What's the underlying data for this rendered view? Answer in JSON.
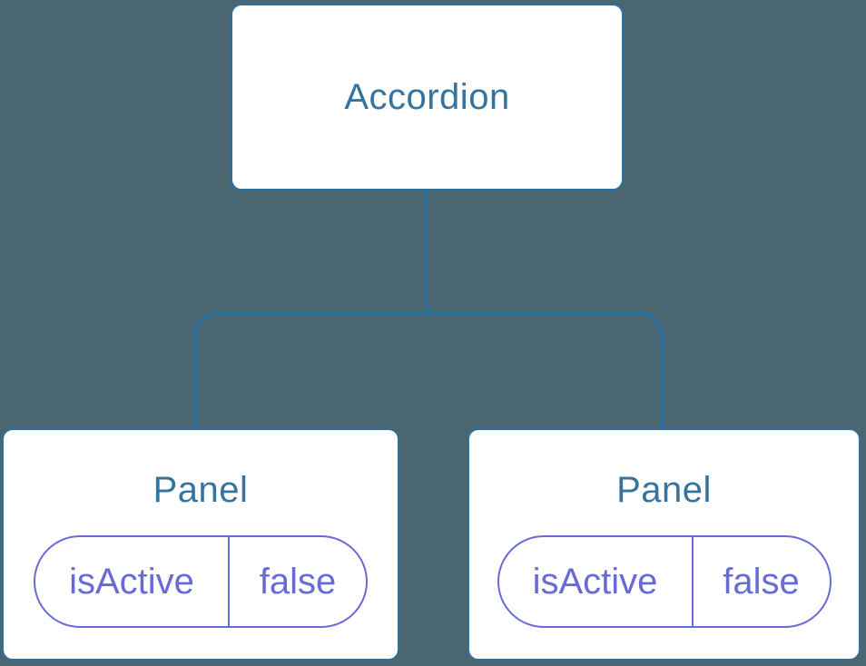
{
  "diagram": {
    "root": {
      "label": "Accordion"
    },
    "panels": [
      {
        "label": "Panel",
        "state": {
          "name": "isActive",
          "value": "false"
        }
      },
      {
        "label": "Panel",
        "state": {
          "name": "isActive",
          "value": "false"
        }
      }
    ]
  },
  "colors": {
    "background": "#4A6671",
    "connector": "#2E6F9F",
    "box_border": "#2E6F9F",
    "box_background": "#FFFFFF",
    "title_text": "#35749E",
    "state_pill": "#676BD8"
  }
}
